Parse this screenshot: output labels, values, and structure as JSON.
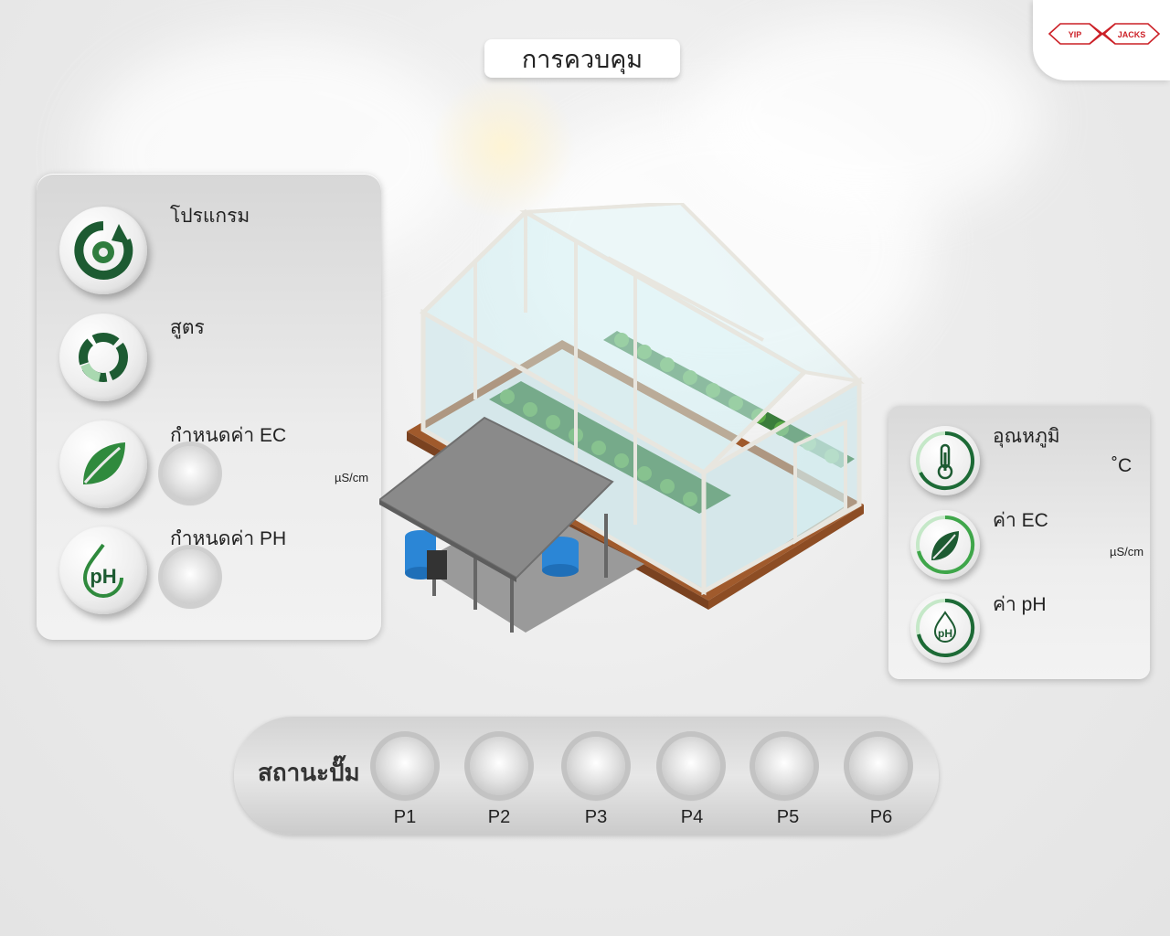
{
  "page": {
    "title": "การควบคุม"
  },
  "logo": {
    "left_text": "YIP",
    "right_text": "JACKS",
    "color": "#cc2027"
  },
  "control_panel": {
    "program": {
      "label": "โปรแกรม",
      "icon": "program-icon"
    },
    "formula": {
      "label": "สูตร",
      "icon": "formula-icon"
    },
    "set_ec": {
      "label": "กำหนดค่า EC",
      "unit": "µS/cm",
      "icon": "leaf-icon"
    },
    "set_ph": {
      "label": "กำหนดค่า PH",
      "icon": "ph-icon"
    }
  },
  "sensor_panel": {
    "temperature": {
      "label": "อุณหภูมิ",
      "unit": "˚C",
      "icon": "thermometer-icon"
    },
    "ec": {
      "label": "ค่า EC",
      "unit": "µS/cm",
      "icon": "leaf-icon"
    },
    "ph": {
      "label": "ค่า pH",
      "icon": "ph-icon"
    }
  },
  "pump_status": {
    "label": "สถานะปั๊ม",
    "pumps": [
      "P1",
      "P2",
      "P3",
      "P4",
      "P5",
      "P6"
    ]
  },
  "colors": {
    "green_dark": "#1d5b32",
    "green_light": "#3fa64a",
    "panel": "#e6e6e6"
  }
}
